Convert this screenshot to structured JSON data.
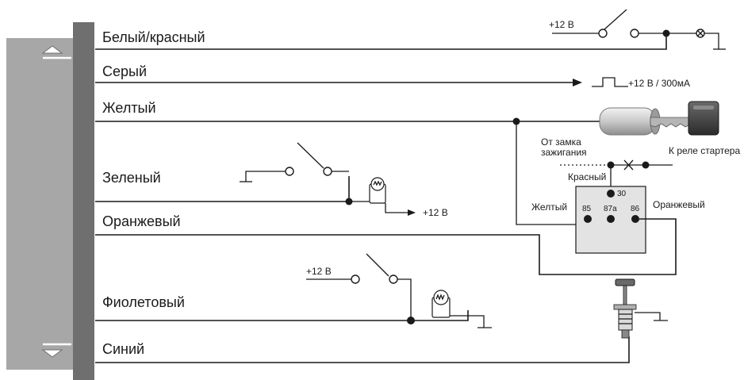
{
  "wires": {
    "white_red": "Белый/красный",
    "gray": "Серый",
    "yellow": "Желтый",
    "green": "Зеленый",
    "orange": "Оранжевый",
    "violet": "Фиолетовый",
    "blue": "Синий"
  },
  "labels": {
    "plus12_top": "+12 В",
    "pulse_spec": "+12 В / 300мА",
    "plus12_green": "+12 В",
    "plus12_violet": "+12 В",
    "from_ignition_line1": "От замка",
    "from_ignition_line2": "зажигания",
    "to_starter_relay": "К реле стартера",
    "red": "Красный",
    "relay_yellow": "Желтый",
    "relay_orange": "Оранжевый",
    "pin_30": "30",
    "pin_85": "85",
    "pin_87a": "87a",
    "pin_86": "86"
  },
  "colors": {
    "panel_light": "#a7a7a7",
    "panel_dark": "#6f6f6f",
    "relay_body": "#e3e3e3",
    "line": "#1a1a1a"
  },
  "icons": [
    "arrow-up-icon",
    "arrow-down-icon",
    "switch-icon",
    "lamp-icon",
    "ground-icon",
    "ignition-key-icon",
    "relay-icon",
    "hood-pin-switch-icon"
  ]
}
